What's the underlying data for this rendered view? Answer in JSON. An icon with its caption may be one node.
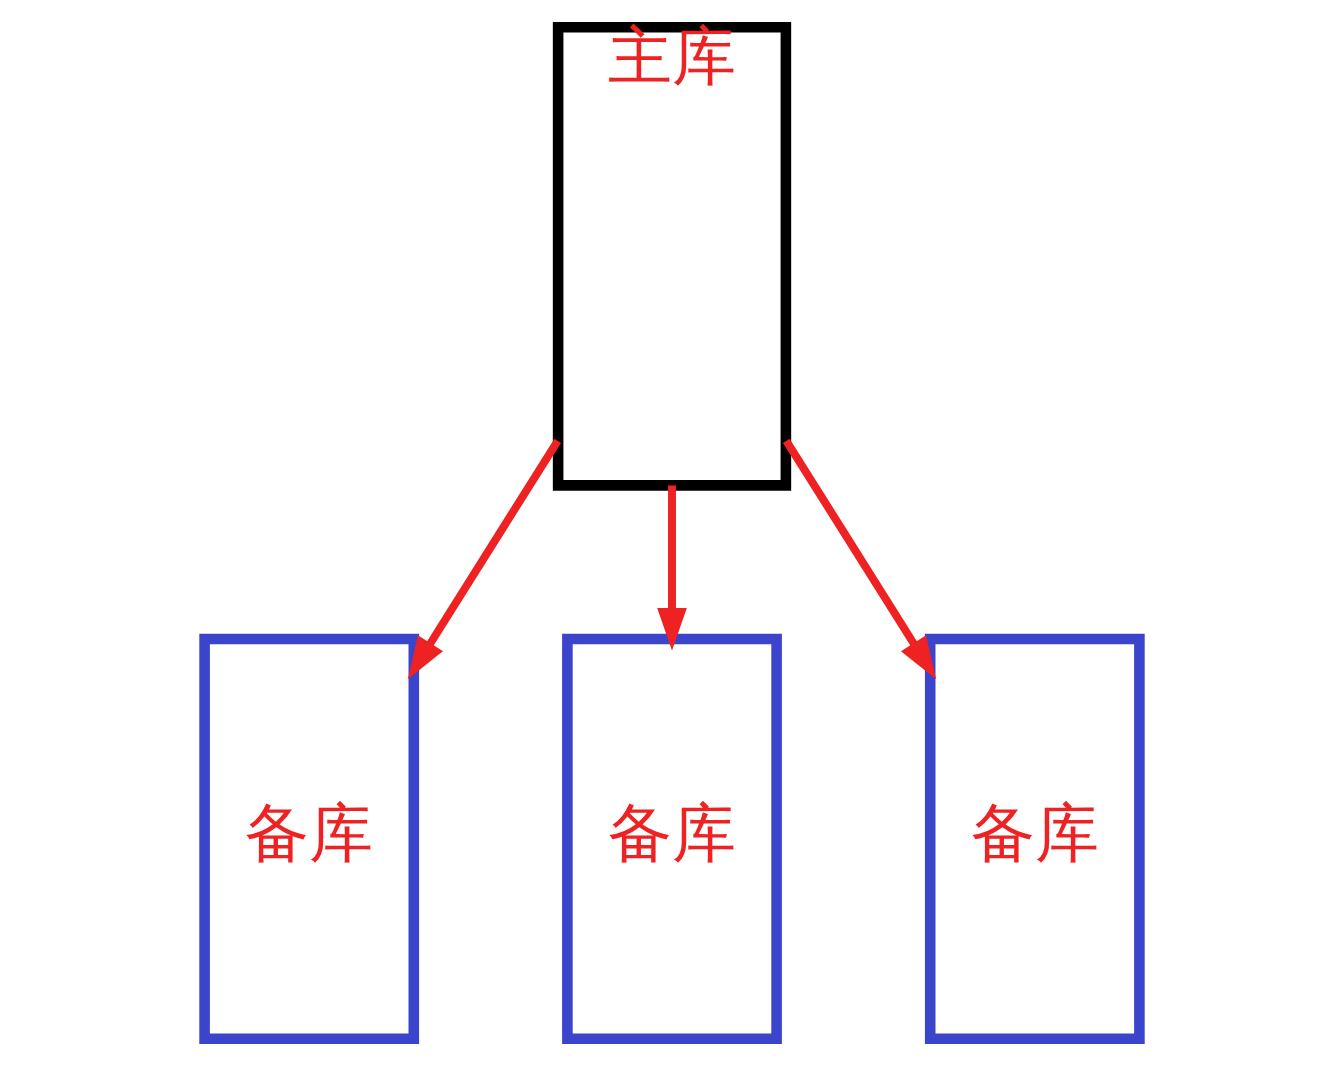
{
  "diagram": {
    "nodes": [
      {
        "text": [
          "主库"
        ]
      },
      {
        "text": [
          "备库"
        ]
      },
      {
        "text": [
          "备库"
        ]
      },
      {
        "text": [
          "备库"
        ]
      }
    ],
    "edges": [
      {
        "from": 0,
        "to": 1,
        "arrow": "to"
      },
      {
        "from": 0,
        "to": 2,
        "arrow": "to"
      },
      {
        "from": 0,
        "to": 3,
        "arrow": "to"
      }
    ]
  }
}
